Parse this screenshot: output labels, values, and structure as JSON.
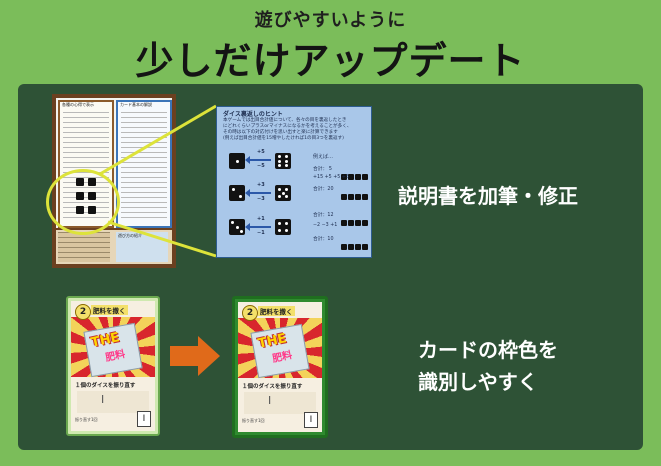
{
  "header": {
    "subtitle": "遊びやすいように",
    "title": "少しだけアップデート"
  },
  "manual": {
    "left_heading": "各種の心得で表示",
    "right_heading": "カード基本の解説",
    "bottom_right_heading": "遊び方の紹介"
  },
  "hint": {
    "title": "ダイス裏返しのヒント",
    "lines": [
      "本ゲームでは出目合計値について、各々の目を裏返したとき",
      "にどれくらいプラスorマイナスになるかを考えることが多く、",
      "その時は以下の対応付けを思い出すと楽に計算できます",
      "(例えば出目合計値を15増やしたければ1の目3つを裏返す)"
    ],
    "example_label": "例えば…",
    "deltas": [
      "+5",
      "−5",
      "+3",
      "−3",
      "+1",
      "−1"
    ],
    "sums": [
      "合計： 5",
      "+15  +5 +5 +5",
      "合計：20",
      "合計：12",
      "−2   −3 +1",
      "合計：10"
    ]
  },
  "descriptions": {
    "manual_update": "説明書を加筆・修正",
    "card_update_line1": "カードの枠色を",
    "card_update_line2": "識別しやすく"
  },
  "card": {
    "cost": "2",
    "name": "肥料を撒く",
    "logo_text": "THE",
    "logo_sub": "肥料",
    "effect": "１個のダイスを振り直す",
    "roman": "Ⅰ",
    "note": "振り直す1回",
    "count": "Ⅰ"
  },
  "colors": {
    "background": "#7bbd5a",
    "board": "#2e5236",
    "highlight": "#dde33a",
    "arrow": "#e06a1a",
    "old_frame": "#6aa84f",
    "new_frame": "#1f6e1f"
  }
}
